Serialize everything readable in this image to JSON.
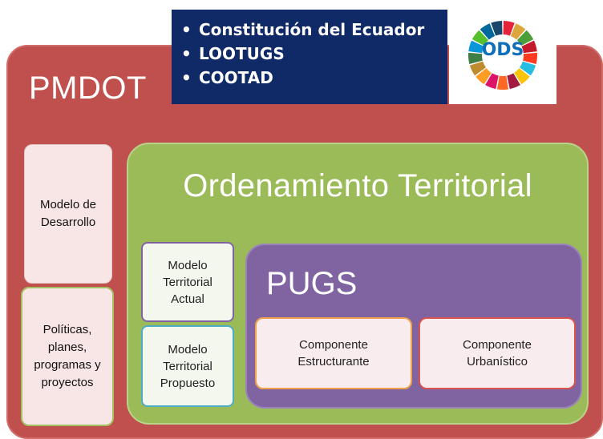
{
  "pmdot": {
    "title": "PMDOT"
  },
  "legal": {
    "bullet": "•",
    "items": [
      "Constitución del Ecuador",
      "LOOTUGS",
      "COOTAD"
    ]
  },
  "ods_logo": {
    "text": "ODS",
    "icon": "sdg-wheel-icon"
  },
  "left_boxes": {
    "modelo_desarrollo": "Modelo de Desarrollo",
    "politicas": "Políticas, planes, programas y proyectos"
  },
  "ordenamiento": {
    "title": "Ordenamiento Territorial",
    "modelo_actual": "Modelo Territorial Actual",
    "modelo_propuesto": "Modelo Territorial Propuesto"
  },
  "pugs": {
    "title": "PUGS",
    "componente_estructurante": "Componente Estructurante",
    "componente_urbanistico": "Componente Urbanístico"
  },
  "colors": {
    "pmdot": "#c0504d",
    "legal": "#0f2a66",
    "ordenamiento": "#9bbb59",
    "pugs": "#8064a2"
  }
}
